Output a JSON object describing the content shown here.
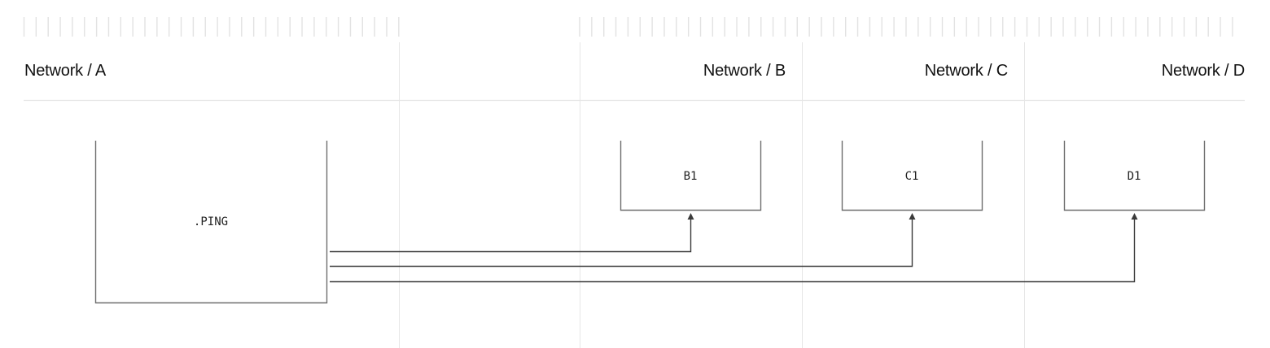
{
  "diagram": {
    "columns": [
      {
        "id": "A",
        "title": "Network / A",
        "align": "left"
      },
      {
        "id": "B",
        "title": "Network / B",
        "align": "right"
      },
      {
        "id": "C",
        "title": "Network / C",
        "align": "right"
      },
      {
        "id": "D",
        "title": "Network / D",
        "align": "right"
      }
    ],
    "nodes": [
      {
        "id": "ping",
        "label": ".PING",
        "column": "A"
      },
      {
        "id": "b1",
        "label": "B1",
        "column": "B"
      },
      {
        "id": "c1",
        "label": "C1",
        "column": "C"
      },
      {
        "id": "d1",
        "label": "D1",
        "column": "D"
      }
    ],
    "edges": [
      {
        "from": "ping",
        "to": "b1"
      },
      {
        "from": "ping",
        "to": "c1"
      },
      {
        "from": "ping",
        "to": "d1"
      }
    ],
    "colors": {
      "line": "#3a3a3a",
      "box": "#6e6e6e",
      "grid": "#e6e6e6",
      "tick": "#e2e2e2"
    }
  }
}
